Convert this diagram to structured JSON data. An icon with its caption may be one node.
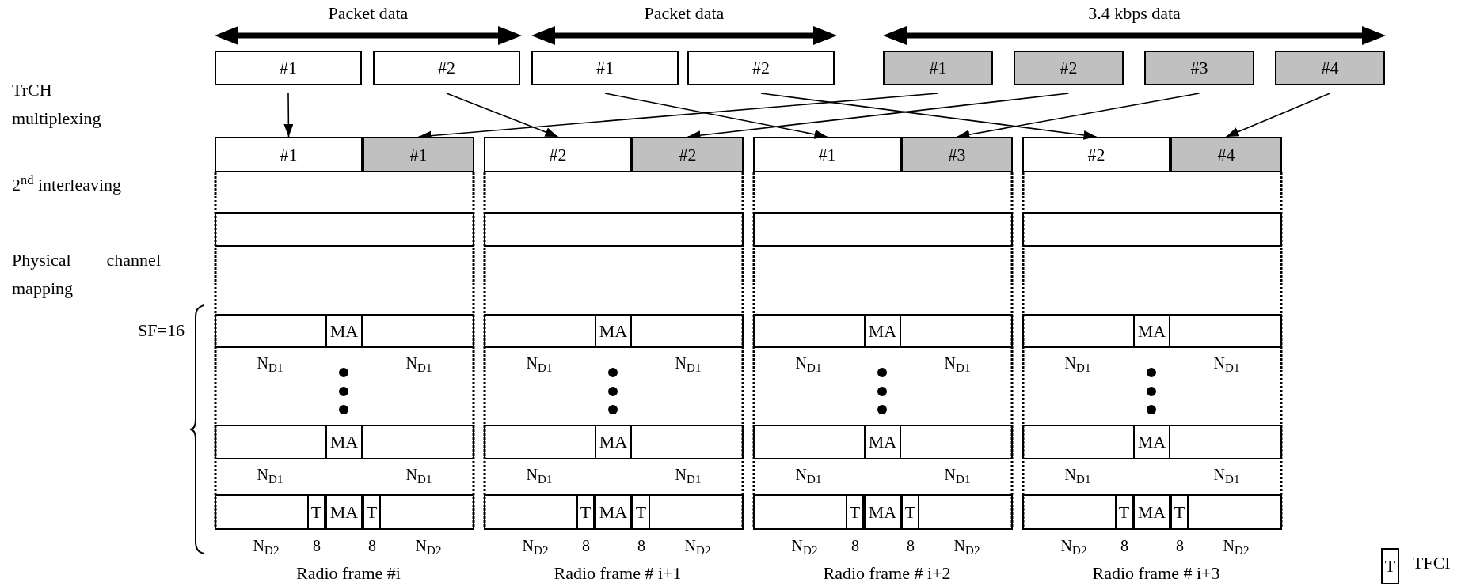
{
  "diagram": {
    "nodes": [
      {
        "text": [
          "#1"
        ]
      },
      {
        "text": [
          "#2"
        ]
      },
      {
        "text": [
          "#1"
        ]
      },
      {
        "text": [
          "#2"
        ]
      },
      {
        "text": [
          "#1"
        ]
      },
      {
        "text": [
          "#2"
        ]
      },
      {
        "text": [
          "#3"
        ]
      },
      {
        "text": [
          "#4"
        ]
      },
      {
        "text": [
          "#1"
        ]
      },
      {
        "text": [
          "#1"
        ]
      },
      {
        "text": [],
        "shape": "box"
      },
      {
        "text": [],
        "shape": "box",
        "beside": [
          "N$_{D1}$",
          "N$_{D1}$"
        ]
      },
      {
        "text": [
          "MA"
        ],
        "in": 11
      },
      {
        "text": [],
        "shape": "box",
        "beside": [
          "N$_{D1}$",
          "N$_{D1}$"
        ]
      },
      {
        "text": [
          "MA"
        ],
        "in": 13
      },
      {
        "text": [],
        "shape": "box",
        "beside": [
          "N$_{D2}$",
          "8",
          "8",
          "N$_{D2}$",
          "Radio frame #i"
        ]
      },
      {
        "text": [
          "T"
        ],
        "in": 15
      },
      {
        "text": [
          "MA"
        ],
        "in": 15
      },
      {
        "text": [
          "T"
        ],
        "in": 15
      },
      {
        "text": [
          "#2"
        ]
      },
      {
        "text": [
          "#2"
        ]
      },
      {
        "text": [],
        "shape": "box"
      },
      {
        "text": [],
        "shape": "box",
        "beside": [
          "N$_{D1}$",
          "N$_{D1}$"
        ]
      },
      {
        "text": [
          "MA"
        ],
        "in": 22
      },
      {
        "text": [],
        "shape": "box",
        "beside": [
          "N$_{D1}$",
          "N$_{D1}$"
        ]
      },
      {
        "text": [
          "MA"
        ],
        "in": 24
      },
      {
        "text": [],
        "shape": "box",
        "beside": [
          "N$_{D2}$",
          "8",
          "8",
          "N$_{D2}$",
          "Radio frame # i+1"
        ]
      },
      {
        "text": [
          "T"
        ],
        "in": 26
      },
      {
        "text": [
          "MA"
        ],
        "in": 26
      },
      {
        "text": [
          "T"
        ],
        "in": 26
      },
      {
        "text": [
          "#1"
        ]
      },
      {
        "text": [
          "#3"
        ]
      },
      {
        "text": [],
        "shape": "box"
      },
      {
        "text": [],
        "shape": "box",
        "beside": [
          "N$_{D1}$",
          "N$_{D1}$"
        ]
      },
      {
        "text": [
          "MA"
        ],
        "in": 33
      },
      {
        "text": [],
        "shape": "box",
        "beside": [
          "N$_{D1}$",
          "N$_{D1}$"
        ]
      },
      {
        "text": [
          "MA"
        ],
        "in": 35
      },
      {
        "text": [],
        "shape": "box",
        "beside": [
          "N$_{D2}$",
          "8",
          "8",
          "N$_{D2}$",
          "Radio frame # i+2"
        ]
      },
      {
        "text": [
          "T"
        ],
        "in": 37
      },
      {
        "text": [
          "MA"
        ],
        "in": 37
      },
      {
        "text": [
          "T"
        ],
        "in": 37
      },
      {
        "text": [
          "#2"
        ]
      },
      {
        "text": [
          "#4"
        ]
      },
      {
        "text": [],
        "shape": "box"
      },
      {
        "text": [],
        "shape": "box",
        "beside": [
          "N$_{D1}$",
          "N$_{D1}$"
        ]
      },
      {
        "text": [
          "MA"
        ],
        "in": 44
      },
      {
        "text": [],
        "shape": "box",
        "beside": [
          "N$_{D1}$",
          "N$_{D1}$"
        ]
      },
      {
        "text": [
          "MA"
        ],
        "in": 46
      },
      {
        "text": [],
        "shape": "box",
        "beside": [
          "N$_{D2}$",
          "8",
          "8",
          "N$_{D2}$",
          "Radio frame # i+3"
        ]
      },
      {
        "text": [
          "T"
        ],
        "in": 48
      },
      {
        "text": [
          "MA"
        ],
        "in": 48
      },
      {
        "text": [
          "T"
        ],
        "in": 48
      },
      {
        "text": [
          "T"
        ],
        "beside": [
          "TFCI"
        ]
      },
      {
        "text": [
          "Packet data"
        ]
      },
      {
        "text": [
          "Packet data"
        ]
      },
      {
        "text": [
          "3.4 kbps data"
        ]
      }
    ],
    "edges": [
      {
        "from": 0,
        "to": 8,
        "arrow": "to"
      },
      {
        "from": 1,
        "to": 19,
        "arrow": "to"
      },
      {
        "from": 2,
        "to": 30,
        "arrow": "to"
      },
      {
        "from": 3,
        "to": 41,
        "arrow": "to"
      },
      {
        "from": 4,
        "to": 9,
        "arrow": "to"
      },
      {
        "from": 5,
        "to": 20,
        "arrow": "to"
      },
      {
        "from": 6,
        "to": 31,
        "arrow": "to"
      },
      {
        "from": 7,
        "to": 42,
        "arrow": "to"
      }
    ],
    "labels": [
      "TrCH multiplexing",
      "2$^{nd}$ interleaving",
      "Physical channel mapping",
      "SF=16"
    ]
  }
}
